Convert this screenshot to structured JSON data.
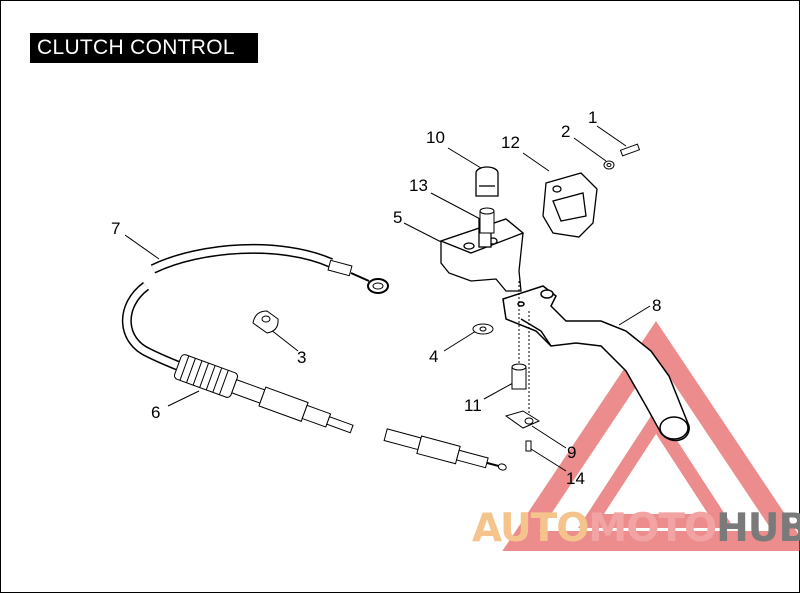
{
  "title": "CLUTCH CONTROL",
  "callouts": [
    "1",
    "2",
    "3",
    "4",
    "5",
    "6",
    "7",
    "8",
    "9",
    "10",
    "11",
    "12",
    "13",
    "14"
  ],
  "watermark": {
    "part1": "AUTO",
    "part2": "MOTO",
    "part3": "HUB"
  },
  "colors": {
    "watermark_red": "#e14040",
    "auto": "#f5c48c",
    "moto": "#f2a3a3",
    "hub": "#7a7a7a"
  }
}
